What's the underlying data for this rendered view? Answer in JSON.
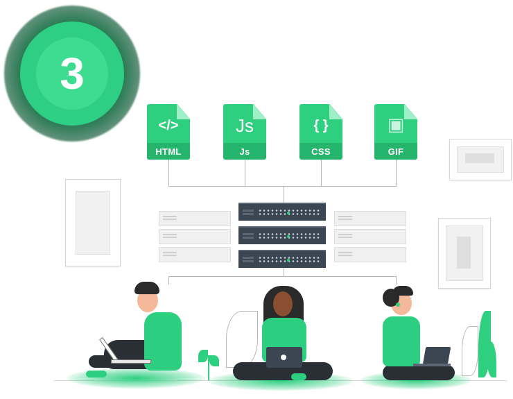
{
  "step": {
    "number": "3"
  },
  "files": [
    {
      "glyph": "</>",
      "label": "HTML"
    },
    {
      "glyph": "Js",
      "label": "Js"
    },
    {
      "glyph": "{ }",
      "label": "CSS"
    },
    {
      "glyph": "▣",
      "label": "GIF"
    }
  ],
  "colors": {
    "accent": "#2fcf80",
    "accent_dark": "#25b46c",
    "server_dark": "#3b4653",
    "server_light": "#f0f0f0",
    "line": "#b5b5b5"
  }
}
